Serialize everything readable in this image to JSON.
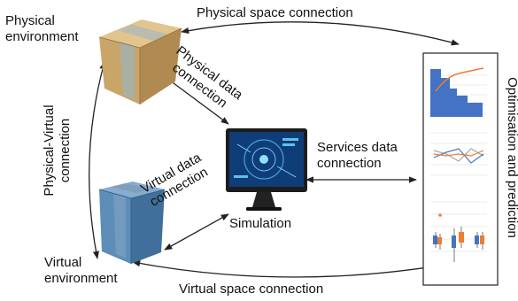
{
  "labels": {
    "physical_environment": "Physical\nenvironment",
    "virtual_environment": "Virtual\nenvironment",
    "physical_space_connection": "Physical space connection",
    "virtual_space_connection": "Virtual space connection",
    "physical_data_connection": "Physical data\nconnection",
    "virtual_data_connection": "Virtual data\nconnection",
    "services_data_connection": "Services data\nconnection",
    "physical_virtual_connection": "Physical-Virtual\nconnection",
    "simulation": "Simulation",
    "optimisation_and_prediction": "Optimisation and prediction"
  },
  "colors": {
    "physical_box": "#c9a56a",
    "virtual_box": "#5e8db8",
    "tape": "#a9b0a3",
    "chart_orange": "#ed7d31",
    "chart_blue": "#4472c4",
    "chart_gray": "#a5a5a5",
    "arrow": "#222222"
  }
}
